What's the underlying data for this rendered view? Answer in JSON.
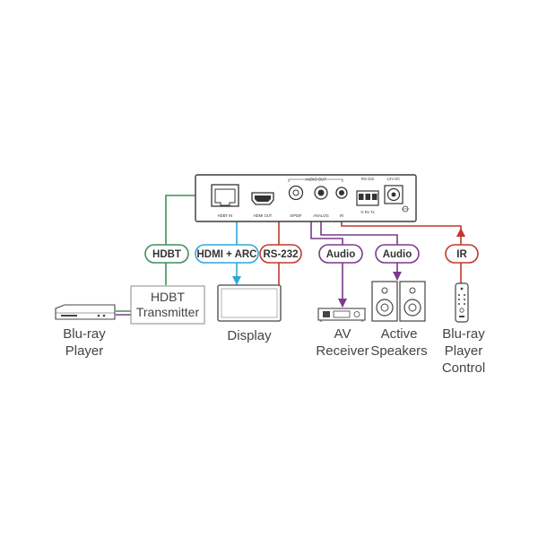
{
  "colors": {
    "hdbt": "#3f8f5c",
    "hdmi": "#2fa8d8",
    "rs232": "#c0392b",
    "audio": "#7b3a8c",
    "ir": "#c0392b",
    "panel": "#3a3a3a",
    "device": "#555555"
  },
  "unit": {
    "group_label": "AUDIO OUT",
    "ports": {
      "hdbt_in": "HDBT IN",
      "hdmi_out": "HDMI OUT",
      "spdif": "S/PDIF",
      "analog": "ANALOG",
      "ir": "IR",
      "rs232": "RS-232",
      "rs232_pins": "G  Rx  Tx",
      "power": "12V DC"
    }
  },
  "badges": {
    "hdbt": "HDBT",
    "hdmi_arc": "HDMI + ARC",
    "rs232": "RS-232",
    "audio_receiver": "Audio",
    "audio_speakers": "Audio",
    "ir": "IR"
  },
  "devices": {
    "transmitter": [
      "HDBT",
      "Transmitter"
    ],
    "bluray_player": [
      "Blu-ray",
      "Player"
    ],
    "display": [
      "Display"
    ],
    "av_receiver": [
      "AV",
      "Receiver"
    ],
    "speakers": [
      "Active",
      "Speakers"
    ],
    "bluray_control": [
      "Blu-ray",
      "Player",
      "Control"
    ]
  }
}
